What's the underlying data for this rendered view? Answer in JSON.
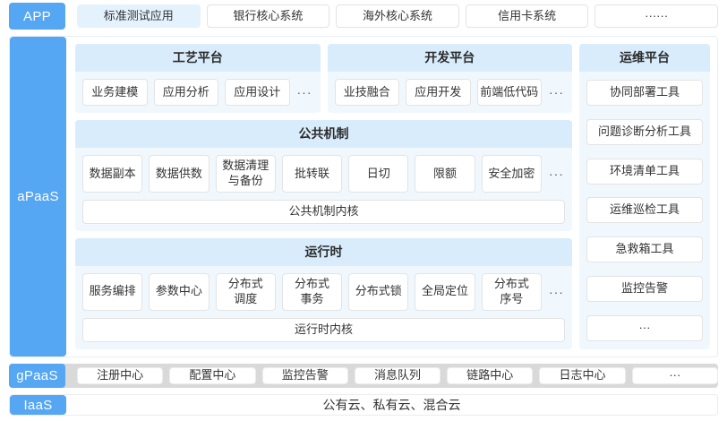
{
  "colors": {
    "layer_label_blue": "#55a6f3",
    "highlight_item_bg": "#e4f2fd",
    "group_header_bg": "#d8ecfb",
    "group_body_bg": "#f0f8fe",
    "gpaas_band_bg": "#d9d9d9",
    "box_border": "#e3e3e3"
  },
  "bands": {
    "app": {
      "label": "APP",
      "items": [
        "标准测试应用",
        "银行核心系统",
        "海外核心系统",
        "信用卡系统",
        "······"
      ]
    },
    "apaas": {
      "label": "aPaaS",
      "groups": {
        "craft": {
          "title": "工艺平台",
          "items": [
            "业务建模",
            "应用分析",
            "应用设计"
          ],
          "more": "···"
        },
        "dev": {
          "title": "开发平台",
          "items": [
            "业技融合",
            "应用开发",
            "前端低代码"
          ],
          "more": "···"
        },
        "common": {
          "title": "公共机制",
          "items": [
            "数据副本",
            "数据供数",
            "数据清理\n与备份",
            "批转联",
            "日切",
            "限额",
            "安全加密"
          ],
          "more": "···",
          "kernel": "公共机制内核"
        },
        "runtime": {
          "title": "运行时",
          "items": [
            "服务编排",
            "参数中心",
            "分布式\n调度",
            "分布式\n事务",
            "分布式锁",
            "全局定位",
            "分布式\n序号"
          ],
          "more": "···",
          "kernel": "运行时内核"
        },
        "ops": {
          "title": "运维平台",
          "items": [
            "协同部署工具",
            "问题诊断分析工具",
            "环境清单工具",
            "运维巡检工具",
            "急救箱工具",
            "监控告警",
            "···"
          ]
        }
      }
    },
    "gpaas": {
      "label": "gPaaS",
      "items": [
        "注册中心",
        "配置中心",
        "监控告警",
        "消息队列",
        "链路中心",
        "日志中心",
        "···"
      ]
    },
    "iaas": {
      "label": "IaaS",
      "text": "公有云、私有云、混合云"
    }
  }
}
